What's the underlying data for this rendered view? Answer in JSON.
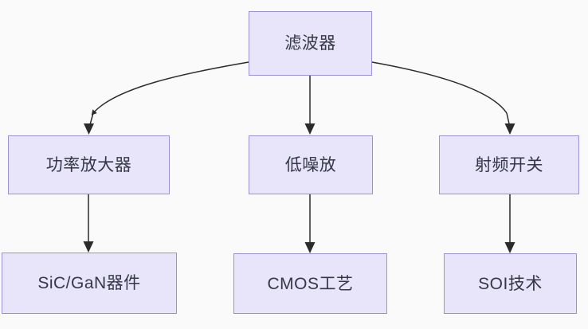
{
  "diagram": {
    "type": "flowchart",
    "direction": "top-down",
    "background_color": "#fafafb",
    "node_fill_color": "#e8e4fa",
    "node_border_color": "#9f8fd4",
    "node_text_color": "#333844",
    "edge_color": "#2b2b2b",
    "nodes": [
      {
        "id": "root",
        "label": "滤波器",
        "level": 0
      },
      {
        "id": "pa",
        "label": "功率放大器",
        "level": 1
      },
      {
        "id": "lna",
        "label": "低噪放",
        "level": 1
      },
      {
        "id": "rfsw",
        "label": "射频开关",
        "level": 1
      },
      {
        "id": "sicgan",
        "label": "SiC/GaN器件",
        "level": 2
      },
      {
        "id": "cmos",
        "label": "CMOS工艺",
        "level": 2
      },
      {
        "id": "soi",
        "label": "SOI技术",
        "level": 2
      }
    ],
    "edges": [
      {
        "from": "root",
        "to": "pa",
        "style": "curved",
        "arrow": "down"
      },
      {
        "from": "root",
        "to": "lna",
        "style": "straight",
        "arrow": "down"
      },
      {
        "from": "root",
        "to": "rfsw",
        "style": "curved",
        "arrow": "down"
      },
      {
        "from": "pa",
        "to": "sicgan",
        "style": "straight",
        "arrow": "down"
      },
      {
        "from": "lna",
        "to": "cmos",
        "style": "straight",
        "arrow": "down"
      },
      {
        "from": "rfsw",
        "to": "soi",
        "style": "straight",
        "arrow": "down"
      }
    ]
  }
}
